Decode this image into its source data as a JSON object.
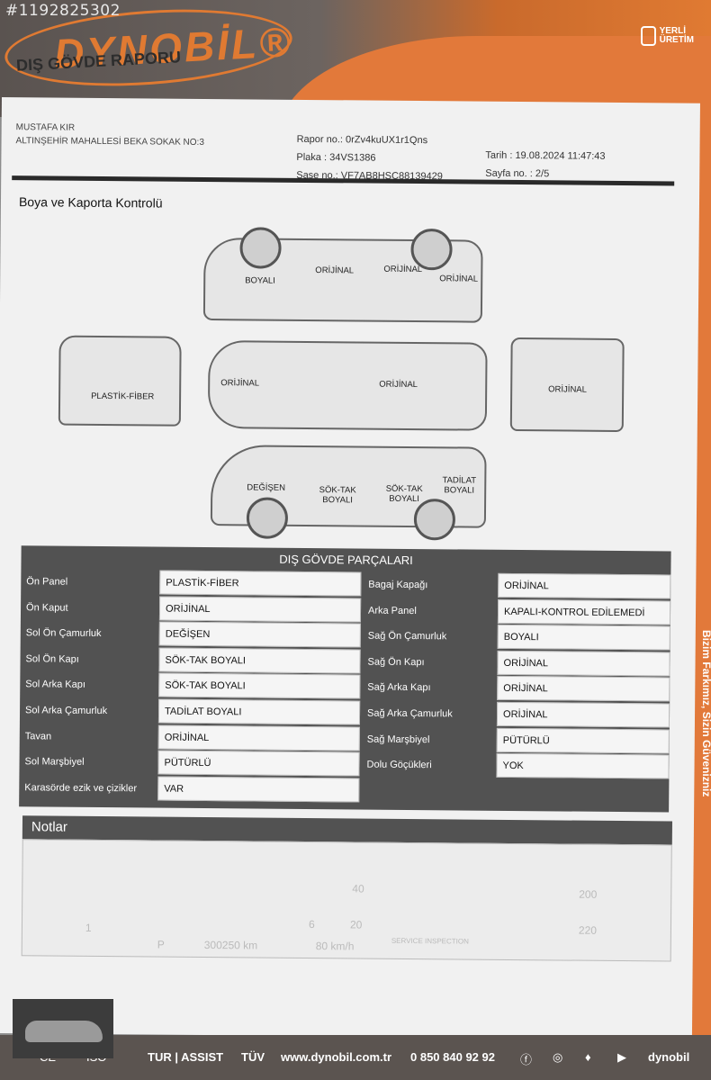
{
  "watermark": "#1192825302",
  "brand": {
    "logo": "DYNOBİL®",
    "subtitle": "DIŞ GÖVDE RAPORU",
    "badge": "YERLİ ÜRETİM"
  },
  "customer": {
    "name": "MUSTAFA KIR",
    "address": "ALTINŞEHİR MAHALLESİ BEKA SOKAK NO:3"
  },
  "report": {
    "rapor_no": "Rapor no.: 0rZv4kuUX1r1Qns",
    "plaka": "Plaka : 34VS1386",
    "sase_no": "Şase no.: VF7AB8HSC88139429",
    "tarih": "Tarih : 19.08.2024 11:47:43",
    "sayfa": "Sayfa no. : 2/5"
  },
  "section_title": "Boya ve Kaporta Kontrolü",
  "diagram": {
    "top_side": [
      "BOYALI",
      "ORİJİNAL",
      "ORİJİNAL",
      "ORİJİNAL"
    ],
    "front": "PLASTİK-FİBER",
    "roof_left": "ORİJİNAL",
    "roof": "ORİJİNAL",
    "rear": "ORİJİNAL",
    "bottom_side": [
      "DEĞİŞEN",
      "SÖK-TAK BOYALI",
      "SÖK-TAK BOYALI",
      "TADİLAT BOYALI"
    ]
  },
  "parts_table": {
    "title": "DIŞ GÖVDE PARÇALARI",
    "left": [
      {
        "part": "Ön Panel",
        "status": "PLASTİK-FİBER"
      },
      {
        "part": "Ön Kaput",
        "status": "ORİJİNAL"
      },
      {
        "part": "Sol Ön Çamurluk",
        "status": "DEĞİŞEN"
      },
      {
        "part": "Sol Ön Kapı",
        "status": "SÖK-TAK BOYALI"
      },
      {
        "part": "Sol Arka Kapı",
        "status": "SÖK-TAK BOYALI"
      },
      {
        "part": "Sol Arka Çamurluk",
        "status": "TADİLAT BOYALI"
      },
      {
        "part": "Tavan",
        "status": "ORİJİNAL"
      },
      {
        "part": "Sol Marşbiyel",
        "status": "PÜTÜRLÜ"
      },
      {
        "part": "Karasörde ezik ve çizikler",
        "status": "VAR"
      }
    ],
    "right": [
      {
        "part": "Bagaj Kapağı",
        "status": "ORİJİNAL"
      },
      {
        "part": "Arka Panel",
        "status": "KAPALI-KONTROL EDİLEMEDİ"
      },
      {
        "part": "Sağ Ön Çamurluk",
        "status": "BOYALI"
      },
      {
        "part": "Sağ Ön Kapı",
        "status": "ORİJİNAL"
      },
      {
        "part": "Sağ Arka Kapı",
        "status": "ORİJİNAL"
      },
      {
        "part": "Sağ Arka Çamurluk",
        "status": "ORİJİNAL"
      },
      {
        "part": "Sağ Marşbiyel",
        "status": "PÜTÜRLÜ"
      },
      {
        "part": "Dolu Göçükleri",
        "status": "YOK"
      }
    ]
  },
  "notes": {
    "title": "Notlar"
  },
  "dashboard": {
    "speed_a": "6",
    "speed_b": "20",
    "speed_c": "40",
    "speed_d": "200",
    "speed_e": "220",
    "odometer": "300250 km",
    "speed": "80 km/h",
    "service": "SERVICE INSPECTION",
    "gear": "P",
    "one": "1"
  },
  "side_text": "Bizim Farkımız, Sizin Güvenizniz",
  "footer": {
    "assist": "TUR | ASSIST",
    "tuv": "TÜV",
    "web": "www.dynobil.com.tr",
    "phone": "0 850 840 92 92",
    "brand": "dynobil",
    "ce": "CE",
    "iso": "ISO"
  }
}
